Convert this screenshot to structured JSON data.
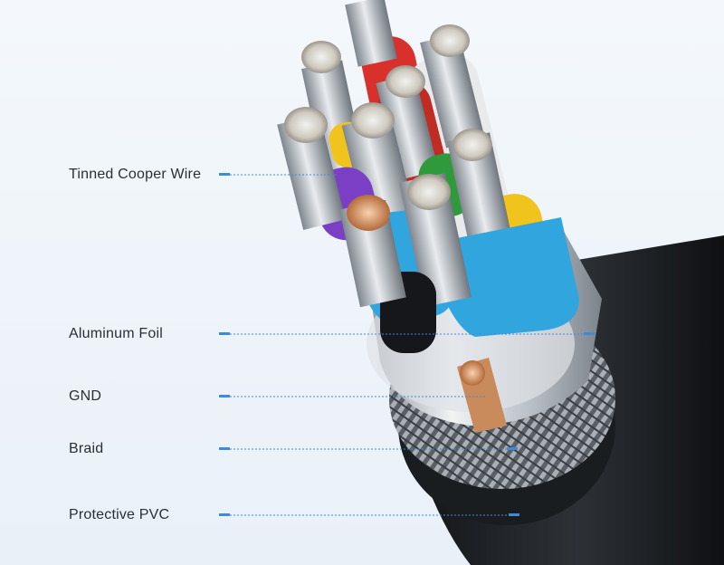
{
  "labels": {
    "tinned_copper_wire": "Tinned Cooper Wire",
    "aluminum_foil": "Aluminum Foil",
    "gnd": "GND",
    "braid": "Braid",
    "protective_pvc": "Protective PVC"
  },
  "colors": {
    "background": "#eef3f9",
    "callout_line": "#3d8bd9",
    "label_text": "#2b2f36",
    "jacket": "#1c1f23",
    "wire_red": "#d8302b",
    "wire_green": "#2f9a3c",
    "wire_purple": "#7a3fc4",
    "wire_yellow": "#f1c31d",
    "wire_blue": "#31a6de",
    "wire_black": "#15171a",
    "wire_white": "#e6e8ea"
  }
}
